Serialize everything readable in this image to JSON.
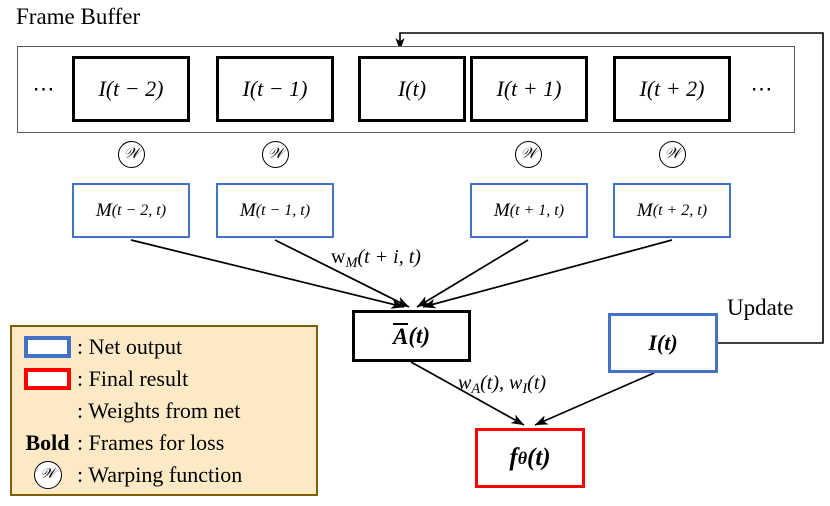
{
  "diagram": {
    "title": "Frame Buffer",
    "frame_buffer": {
      "leading_ellipsis": "⋯",
      "trailing_ellipsis": "⋯",
      "frames": [
        {
          "label": "I(t − 2)"
        },
        {
          "label": "I(t − 1)"
        },
        {
          "label": "I(t)"
        },
        {
          "label": "I(t + 1)"
        },
        {
          "label": "I(t + 2)"
        }
      ]
    },
    "warping_ops": [
      {
        "symbol": "𝒲"
      },
      {
        "symbol": "𝒲"
      },
      {
        "symbol": "𝒲"
      },
      {
        "symbol": "𝒲"
      }
    ],
    "net_outputs": [
      {
        "var": "M",
        "args": "(t − 2, t)"
      },
      {
        "var": "M",
        "args": "(t − 1, t)"
      },
      {
        "var": "M",
        "args": "(t + 1, t)"
      },
      {
        "var": "M",
        "args": "(t + 2, t)"
      }
    ],
    "average_node": {
      "label": "A(t)",
      "overline_part": "A",
      "tail_part": "(t)"
    },
    "current_frame_node": {
      "label": "I(t)"
    },
    "output_node": {
      "label": "f",
      "subscript": "θ",
      "tail": "(t)"
    },
    "edge_labels": {
      "mask_weights": {
        "head": "w",
        "sub": "M",
        "tail": "(t + i, t)"
      },
      "blend_weights": {
        "first_head": "w",
        "first_sub": "A",
        "first_tail": "(t),",
        "second_head": "w",
        "second_sub": "I",
        "second_tail": "(t)"
      },
      "feedback": "Update"
    },
    "legend": {
      "rows": [
        {
          "key": "blue-box-swatch",
          "text": ": Net output"
        },
        {
          "key": "red-box-swatch",
          "text": ": Final result"
        },
        {
          "key": "arrow-swatch",
          "text": ": Weights from net"
        },
        {
          "key": "bold-label",
          "bold_label": "Bold",
          "text": ": Frames for loss"
        },
        {
          "key": "warp-circle-swatch",
          "circle_symbol": "𝒲",
          "text": " : Warping function"
        }
      ]
    },
    "colors": {
      "net_output_blue": "#4472C4",
      "final_result_red": "#FF0000",
      "legend_background": "#FCE9C6",
      "legend_border": "#7F6000",
      "weight_arrow": "#8FAADC",
      "stroke_black": "#000000",
      "buffer_border_gray": "#595959"
    }
  }
}
